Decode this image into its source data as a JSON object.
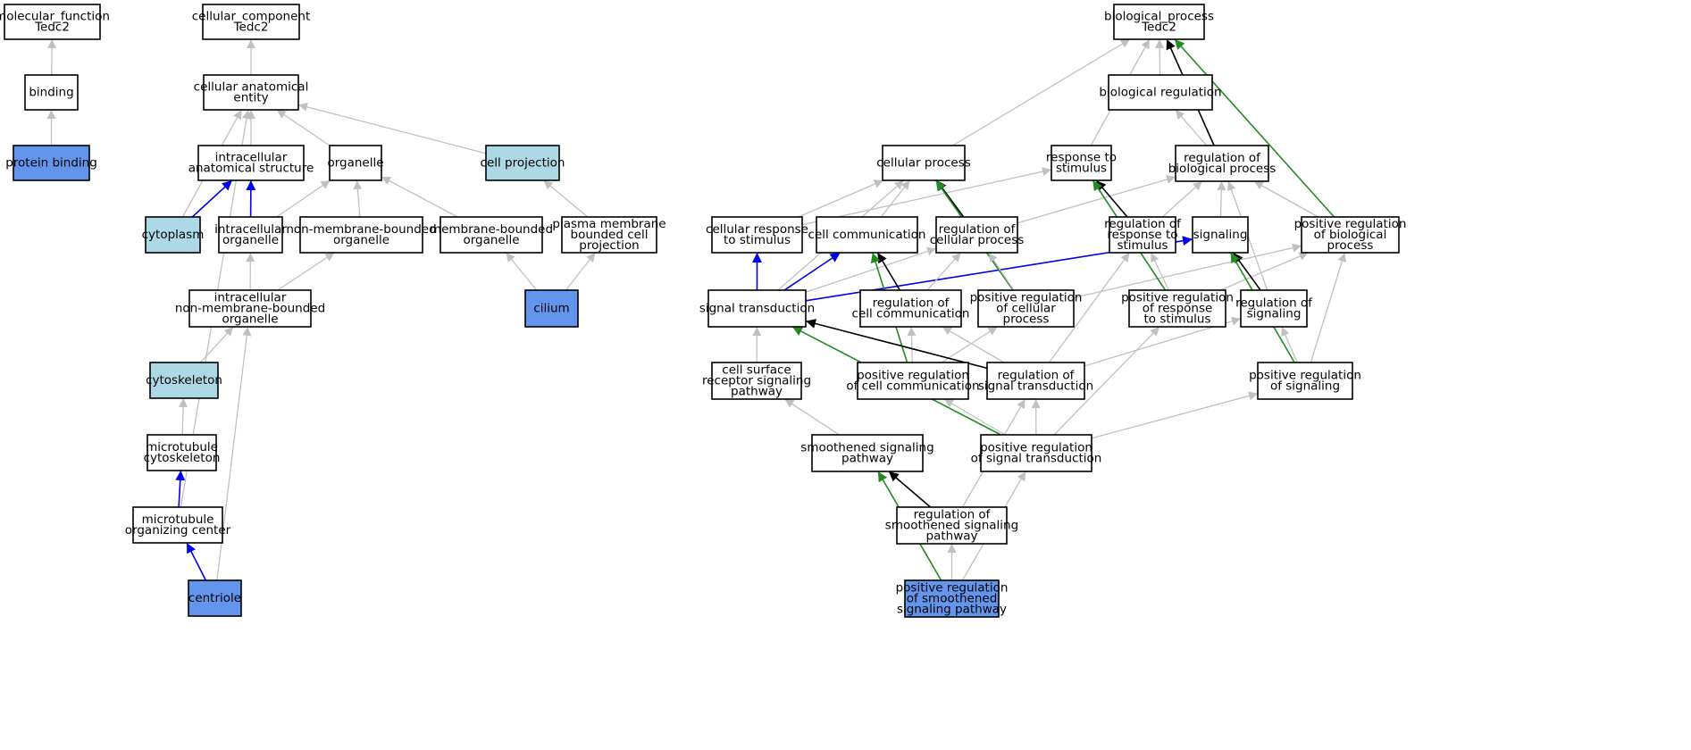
{
  "colors": {
    "default_fill": "#ffffff",
    "light_fill": "#add8e6",
    "annotated_fill": "#6495ed",
    "edge_gray": "#c0c0c0",
    "edge_blue": "#0000ee",
    "edge_black": "#000000",
    "edge_green": "#228b22"
  },
  "nodes": [
    {
      "id": "mf",
      "lines": [
        "molecular_function",
        "Tedc2"
      ],
      "fill": "default"
    },
    {
      "id": "binding",
      "lines": [
        "binding"
      ],
      "fill": "default"
    },
    {
      "id": "protbind",
      "lines": [
        "protein binding"
      ],
      "fill": "annotated"
    },
    {
      "id": "cc",
      "lines": [
        "cellular_component",
        "Tedc2"
      ],
      "fill": "default"
    },
    {
      "id": "cae",
      "lines": [
        "cellular anatomical",
        "entity"
      ],
      "fill": "default"
    },
    {
      "id": "ias",
      "lines": [
        "intracellular",
        "anatomical structure"
      ],
      "fill": "default"
    },
    {
      "id": "organelle",
      "lines": [
        "organelle"
      ],
      "fill": "default"
    },
    {
      "id": "cellproj",
      "lines": [
        "cell projection"
      ],
      "fill": "light"
    },
    {
      "id": "cytoplasm",
      "lines": [
        "cytoplasm"
      ],
      "fill": "light"
    },
    {
      "id": "intorg",
      "lines": [
        "intracellular",
        "organelle"
      ],
      "fill": "default"
    },
    {
      "id": "nmbo",
      "lines": [
        "non-membrane-bounded",
        "organelle"
      ],
      "fill": "default"
    },
    {
      "id": "mbo",
      "lines": [
        "membrane-bounded",
        "organelle"
      ],
      "fill": "default"
    },
    {
      "id": "pmbcp",
      "lines": [
        "plasma membrane",
        "bounded cell",
        "projection"
      ],
      "fill": "default"
    },
    {
      "id": "inmbo",
      "lines": [
        "intracellular",
        "non-membrane-bounded",
        "organelle"
      ],
      "fill": "default"
    },
    {
      "id": "cilium",
      "lines": [
        "cilium"
      ],
      "fill": "annotated"
    },
    {
      "id": "cytoskel",
      "lines": [
        "cytoskeleton"
      ],
      "fill": "light"
    },
    {
      "id": "mtcyto",
      "lines": [
        "microtubule",
        "cytoskeleton"
      ],
      "fill": "default"
    },
    {
      "id": "mtoc",
      "lines": [
        "microtubule",
        "organizing center"
      ],
      "fill": "default"
    },
    {
      "id": "centriole",
      "lines": [
        "centriole"
      ],
      "fill": "annotated"
    },
    {
      "id": "bp",
      "lines": [
        "biological_process",
        "Tedc2"
      ],
      "fill": "default"
    },
    {
      "id": "bioreg",
      "lines": [
        "biological regulation"
      ],
      "fill": "default"
    },
    {
      "id": "cellproc",
      "lines": [
        "cellular process"
      ],
      "fill": "default"
    },
    {
      "id": "resp",
      "lines": [
        "response to",
        "stimulus"
      ],
      "fill": "default"
    },
    {
      "id": "regbp",
      "lines": [
        "regulation of",
        "biological process"
      ],
      "fill": "default"
    },
    {
      "id": "crs",
      "lines": [
        "cellular response",
        "to stimulus"
      ],
      "fill": "default"
    },
    {
      "id": "cellcomm",
      "lines": [
        "cell communication"
      ],
      "fill": "default"
    },
    {
      "id": "regcp",
      "lines": [
        "regulation of",
        "cellular process"
      ],
      "fill": "default"
    },
    {
      "id": "regrs",
      "lines": [
        "regulation of",
        "response to",
        "stimulus"
      ],
      "fill": "default"
    },
    {
      "id": "signaling",
      "lines": [
        "signaling"
      ],
      "fill": "default"
    },
    {
      "id": "posregbp",
      "lines": [
        "positive regulation",
        "of biological",
        "process"
      ],
      "fill": "default"
    },
    {
      "id": "sigtrans",
      "lines": [
        "signal transduction"
      ],
      "fill": "default"
    },
    {
      "id": "regcc",
      "lines": [
        "regulation of",
        "cell communication"
      ],
      "fill": "default"
    },
    {
      "id": "posregcp",
      "lines": [
        "positive regulation",
        "of cellular",
        "process"
      ],
      "fill": "default"
    },
    {
      "id": "posregrs",
      "lines": [
        "positive regulation",
        "of response",
        "to stimulus"
      ],
      "fill": "default"
    },
    {
      "id": "regsig",
      "lines": [
        "regulation of",
        "signaling"
      ],
      "fill": "default"
    },
    {
      "id": "csrsp",
      "lines": [
        "cell surface",
        "receptor signaling",
        "pathway"
      ],
      "fill": "default"
    },
    {
      "id": "posregcc",
      "lines": [
        "positive regulation",
        "of cell communication"
      ],
      "fill": "default"
    },
    {
      "id": "regst",
      "lines": [
        "regulation of",
        "signal transduction"
      ],
      "fill": "default"
    },
    {
      "id": "posregsig",
      "lines": [
        "positive regulation",
        "of signaling"
      ],
      "fill": "default"
    },
    {
      "id": "smoothsp",
      "lines": [
        "smoothened signaling",
        "pathway"
      ],
      "fill": "default"
    },
    {
      "id": "posregst",
      "lines": [
        "positive regulation",
        "of signal transduction"
      ],
      "fill": "default"
    },
    {
      "id": "regsmooth",
      "lines": [
        "regulation of",
        "smoothened signaling",
        "pathway"
      ],
      "fill": "default"
    },
    {
      "id": "posregsmooth",
      "lines": [
        "positive regulation",
        "of smoothened",
        "signaling pathway"
      ],
      "fill": "annotated"
    }
  ],
  "edges": [
    {
      "from": "binding",
      "to": "mf",
      "color": "gray"
    },
    {
      "from": "protbind",
      "to": "binding",
      "color": "gray"
    },
    {
      "from": "cae",
      "to": "cc",
      "color": "gray"
    },
    {
      "from": "ias",
      "to": "cae",
      "color": "gray"
    },
    {
      "from": "organelle",
      "to": "cae",
      "color": "gray"
    },
    {
      "from": "cellproj",
      "to": "cae",
      "color": "gray"
    },
    {
      "from": "cytoplasm",
      "to": "cae",
      "color": "gray"
    },
    {
      "from": "cytoplasm",
      "to": "ias",
      "color": "blue"
    },
    {
      "from": "intorg",
      "to": "ias",
      "color": "blue"
    },
    {
      "from": "intorg",
      "to": "organelle",
      "color": "gray"
    },
    {
      "from": "nmbo",
      "to": "organelle",
      "color": "gray"
    },
    {
      "from": "mbo",
      "to": "organelle",
      "color": "gray"
    },
    {
      "from": "pmbcp",
      "to": "cellproj",
      "color": "gray"
    },
    {
      "from": "inmbo",
      "to": "intorg",
      "color": "gray"
    },
    {
      "from": "inmbo",
      "to": "nmbo",
      "color": "gray"
    },
    {
      "from": "cilium",
      "to": "mbo",
      "color": "gray"
    },
    {
      "from": "cilium",
      "to": "pmbcp",
      "color": "gray"
    },
    {
      "from": "cytoskel",
      "to": "inmbo",
      "color": "gray"
    },
    {
      "from": "mtcyto",
      "to": "cytoskel",
      "color": "gray"
    },
    {
      "from": "mtoc",
      "to": "mtcyto",
      "color": "blue"
    },
    {
      "from": "mtoc",
      "to": "cae",
      "color": "gray"
    },
    {
      "from": "centriole",
      "to": "mtoc",
      "color": "blue"
    },
    {
      "from": "centriole",
      "to": "inmbo",
      "color": "gray"
    },
    {
      "from": "bioreg",
      "to": "bp",
      "color": "gray"
    },
    {
      "from": "cellproc",
      "to": "bp",
      "color": "gray"
    },
    {
      "from": "resp",
      "to": "bp",
      "color": "gray"
    },
    {
      "from": "regbp",
      "to": "bp",
      "color": "black"
    },
    {
      "from": "regbp",
      "to": "bioreg",
      "color": "gray"
    },
    {
      "from": "posregbp",
      "to": "bp",
      "color": "green"
    },
    {
      "from": "crs",
      "to": "cellproc",
      "color": "gray"
    },
    {
      "from": "crs",
      "to": "resp",
      "color": "gray"
    },
    {
      "from": "cellcomm",
      "to": "cellproc",
      "color": "gray"
    },
    {
      "from": "regcp",
      "to": "cellproc",
      "color": "black"
    },
    {
      "from": "regcp",
      "to": "regbp",
      "color": "gray"
    },
    {
      "from": "regrs",
      "to": "resp",
      "color": "black"
    },
    {
      "from": "regrs",
      "to": "regbp",
      "color": "gray"
    },
    {
      "from": "signaling",
      "to": "regbp",
      "color": "gray"
    },
    {
      "from": "posregbp",
      "to": "regbp",
      "color": "gray"
    },
    {
      "from": "sigtrans",
      "to": "crs",
      "color": "blue"
    },
    {
      "from": "sigtrans",
      "to": "cellcomm",
      "color": "blue"
    },
    {
      "from": "sigtrans",
      "to": "signaling",
      "color": "blue"
    },
    {
      "from": "sigtrans",
      "to": "cellproc",
      "color": "gray"
    },
    {
      "from": "sigtrans",
      "to": "regcp",
      "color": "gray"
    },
    {
      "from": "regcc",
      "to": "cellcomm",
      "color": "black"
    },
    {
      "from": "regcc",
      "to": "regcp",
      "color": "gray"
    },
    {
      "from": "posregcp",
      "to": "cellproc",
      "color": "green"
    },
    {
      "from": "posregcp",
      "to": "regcp",
      "color": "gray"
    },
    {
      "from": "posregcp",
      "to": "posregbp",
      "color": "gray"
    },
    {
      "from": "posregrs",
      "to": "resp",
      "color": "green"
    },
    {
      "from": "posregrs",
      "to": "regrs",
      "color": "gray"
    },
    {
      "from": "posregrs",
      "to": "posregbp",
      "color": "gray"
    },
    {
      "from": "regsig",
      "to": "signaling",
      "color": "black"
    },
    {
      "from": "regsig",
      "to": "regbp",
      "color": "gray"
    },
    {
      "from": "csrsp",
      "to": "sigtrans",
      "color": "gray"
    },
    {
      "from": "posregcc",
      "to": "cellcomm",
      "color": "green"
    },
    {
      "from": "posregcc",
      "to": "regcc",
      "color": "gray"
    },
    {
      "from": "posregcc",
      "to": "posregcp",
      "color": "gray"
    },
    {
      "from": "regst",
      "to": "sigtrans",
      "color": "black"
    },
    {
      "from": "regst",
      "to": "regcc",
      "color": "gray"
    },
    {
      "from": "regst",
      "to": "regrs",
      "color": "gray"
    },
    {
      "from": "regst",
      "to": "regsig",
      "color": "gray"
    },
    {
      "from": "posregsig",
      "to": "signaling",
      "color": "green"
    },
    {
      "from": "posregsig",
      "to": "regsig",
      "color": "gray"
    },
    {
      "from": "posregsig",
      "to": "posregbp",
      "color": "gray"
    },
    {
      "from": "smoothsp",
      "to": "csrsp",
      "color": "gray"
    },
    {
      "from": "posregst",
      "to": "sigtrans",
      "color": "green"
    },
    {
      "from": "posregst",
      "to": "posregcc",
      "color": "gray"
    },
    {
      "from": "posregst",
      "to": "regst",
      "color": "gray"
    },
    {
      "from": "posregst",
      "to": "posregrs",
      "color": "gray"
    },
    {
      "from": "posregst",
      "to": "posregsig",
      "color": "gray"
    },
    {
      "from": "regsmooth",
      "to": "smoothsp",
      "color": "black"
    },
    {
      "from": "regsmooth",
      "to": "regst",
      "color": "gray"
    },
    {
      "from": "posregsmooth",
      "to": "smoothsp",
      "color": "green"
    },
    {
      "from": "posregsmooth",
      "to": "regsmooth",
      "color": "gray"
    },
    {
      "from": "posregsmooth",
      "to": "posregst",
      "color": "gray"
    }
  ]
}
